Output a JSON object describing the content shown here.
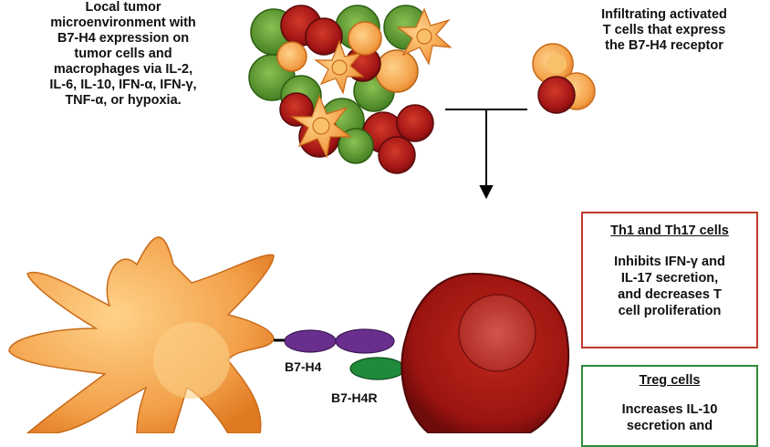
{
  "captions": {
    "left": [
      "Local tumor",
      "microenvironment with",
      "B7-H4 expression on",
      "tumor cells and",
      "macrophages via IL-2,",
      "IL-6, IL-10, IFN-α, IFN-γ,",
      "TNF-α, or hypoxia."
    ],
    "right": [
      "Infiltrating activated",
      "T cells that express",
      "the B7-H4 receptor"
    ]
  },
  "labels": {
    "b7h4": "B7-H4",
    "b7h4r": "B7-H4R"
  },
  "boxes": {
    "th": {
      "title": "Th1 and Th17 cells",
      "body": [
        "Inhibits IFN-γ and",
        "IL-17 secretion,",
        "and decreases T",
        "cell proliferation"
      ],
      "border_color": "#c0392b"
    },
    "treg": {
      "title": "Treg cells",
      "body": [
        "Increases IL-10",
        "secretion and"
      ],
      "border_color": "#2e8b3a"
    }
  },
  "colors": {
    "tumor_red": "#a31515",
    "macrophage_orange": "#f3a14a",
    "green_cell": "#5b9a2c",
    "receptor_purple": "#6a2f8e",
    "receptor_green": "#1f8a3a"
  }
}
